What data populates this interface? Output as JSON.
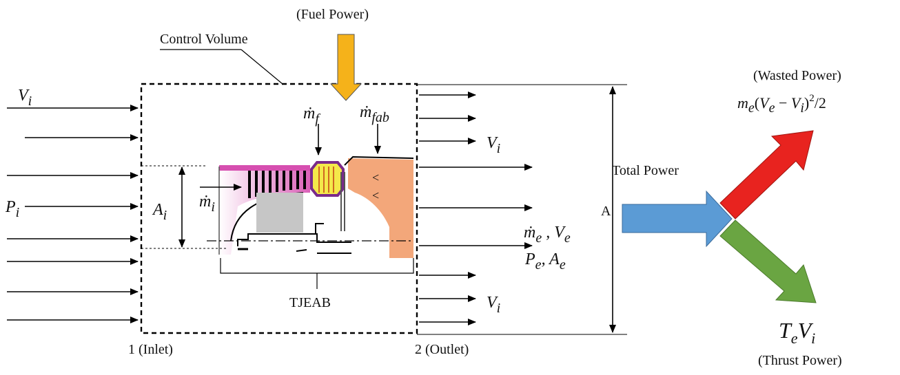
{
  "labels": {
    "fuel_power": "(Fuel Power)",
    "control_volume": "Control Volume",
    "wasted_power": "(Wasted Power)",
    "total_power": "Total Power",
    "thrust_power": "(Thrust Power)",
    "tjeab": "TJEAB",
    "inlet": "1 (Inlet)",
    "outlet": "2 (Outlet)",
    "area": "A"
  },
  "symbols": {
    "vi_in": {
      "base": "V",
      "sub": "i"
    },
    "pi_in": {
      "base": "P",
      "sub": "i"
    },
    "ai": {
      "base": "A",
      "sub": "i"
    },
    "mi": {
      "base": "ṁ",
      "sub": "i"
    },
    "mf": {
      "base": "ṁ",
      "sub": "f"
    },
    "mfab": {
      "base": "ṁ",
      "sub": "fab"
    },
    "vi_out_top": {
      "base": "V",
      "sub": "i"
    },
    "vi_out_bottom": {
      "base": "V",
      "sub": "i"
    },
    "me_ve": {
      "m": "ṁ",
      "msub": "e",
      "sep": " , ",
      "v": "V",
      "vsub": "e"
    },
    "pe_ae": {
      "p": "P",
      "psub": "e",
      "sep": ", ",
      "a": "A",
      "asub": "e"
    },
    "wasted_formula": {
      "m": "m",
      "msub": "e",
      "open": "(",
      "v1": "V",
      "v1sub": "e",
      "minus": " − ",
      "v2": "V",
      "v2sub": "i",
      "close": ")",
      "exp": "2",
      "tail": "/2"
    },
    "thrust_formula": {
      "t": "T",
      "tsub": "e",
      "v": "V",
      "vsub": "i"
    }
  },
  "colors": {
    "fuel_arrow": "#f5b21a",
    "total_arrow": "#5b9bd5",
    "wasted_arrow": "#e8231f",
    "thrust_arrow": "#6aa542",
    "compressor": "#d64fb0",
    "afterburner": "#f3a77a",
    "combustor": "#f4e84a",
    "turbine": "#c6c6c6"
  }
}
